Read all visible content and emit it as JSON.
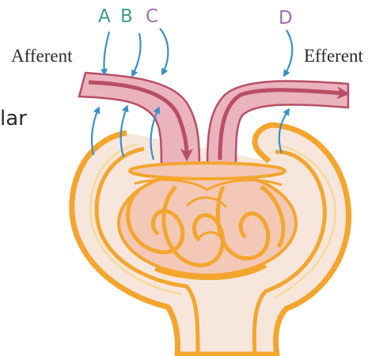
{
  "labels": {
    "afferent": "Afferent",
    "efferent": "Efferent",
    "partial_word": "lar",
    "letter_a": "A",
    "letter_b": "B",
    "letter_c": "C",
    "letter_d": "D"
  },
  "colors": {
    "capsule_outer": "#f4a52e",
    "capsule_fill": "#f6e6dc",
    "arteriole_fill": "#eab3bd",
    "arteriole_dark": "#b84e66",
    "glomerulus_fill": "#f3c8b6",
    "arrow_blue": "#3a8fc9",
    "letter_green": "#3e9a8a",
    "letter_purple": "#a16cb0"
  }
}
